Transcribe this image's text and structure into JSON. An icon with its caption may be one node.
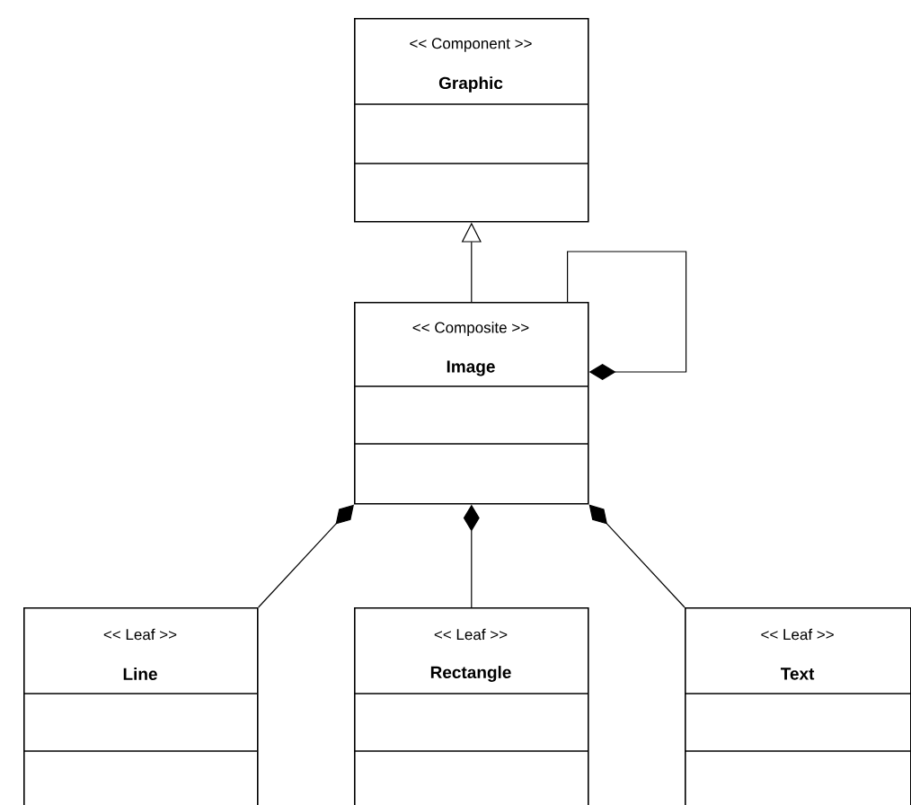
{
  "diagram": {
    "nodes": [
      {
        "text": [
          "<< Component >>",
          "Graphic"
        ]
      },
      {
        "text": [
          "<< Composite >>",
          "Image"
        ]
      },
      {
        "text": [
          "<< Leaf >>",
          "Line"
        ]
      },
      {
        "text": [
          "<< Leaf >>",
          "Rectangle"
        ]
      },
      {
        "text": [
          "<< Leaf >>",
          "Text"
        ]
      }
    ],
    "edges": [
      {
        "from": 1,
        "to": 0,
        "arrow": "to"
      },
      {
        "from": 1,
        "to": 1,
        "arrow": "other"
      },
      {
        "from": 2,
        "to": 1,
        "arrow": "other"
      },
      {
        "from": 3,
        "to": 1,
        "arrow": "other"
      },
      {
        "from": 4,
        "to": 1,
        "arrow": "other"
      }
    ]
  }
}
